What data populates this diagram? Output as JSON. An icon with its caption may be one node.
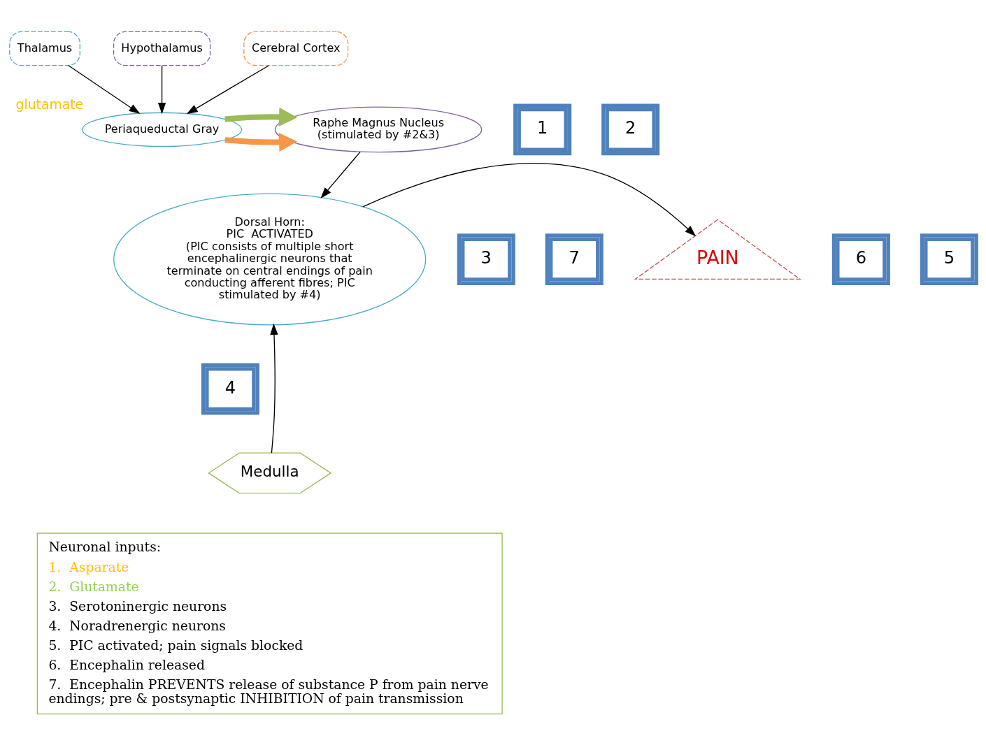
{
  "diagram": {
    "nodes": [
      {
        "text": [
          "Thalamus"
        ]
      },
      {
        "text": [
          "Hypothalamus"
        ]
      },
      {
        "text": [
          "Cerebral Cortex"
        ]
      },
      {
        "text": [
          "Periaqueductal Gray"
        ],
        "beside": [
          "glutamate"
        ]
      },
      {
        "text": [
          "Raphe Magnus Nucleus",
          "(stimulated by #2&3)"
        ]
      },
      {
        "text": [
          "Dorsal Horn:",
          "PIC  ACTIVATED",
          "(PIC consists of multiple short encephalinergic neurons that terminate on central endings of pain conducting afferent fibres; PIC stimulated by #4)"
        ]
      },
      {
        "text": [
          "PAIN"
        ]
      },
      {
        "text": [
          "Medulla"
        ]
      },
      {
        "text": [
          "1"
        ]
      },
      {
        "text": [
          "2"
        ]
      },
      {
        "text": [
          "3"
        ]
      },
      {
        "text": [
          "4"
        ]
      },
      {
        "text": [
          "5"
        ]
      },
      {
        "text": [
          "6"
        ]
      },
      {
        "text": [
          "7"
        ]
      },
      {
        "text": [
          "Neuronal inputs:",
          "1.  Asparate",
          "2.  Glutamate",
          "3.  Serotoninergic neurons",
          "4.  Noradrenergic neurons",
          "5.  PIC activated; pain signals blocked",
          "6.  Encephalin released",
          "7.  Encephalin PREVENTS release of substance P from pain nerve endings; pre & postsynaptic INHIBITION of pain transmission"
        ]
      }
    ],
    "edges": [
      {
        "from": 0,
        "to": 3,
        "arrow": "to"
      },
      {
        "from": 1,
        "to": 3,
        "arrow": "to"
      },
      {
        "from": 2,
        "to": 3,
        "arrow": "to"
      },
      {
        "from": 3,
        "to": 4,
        "arrow": "to",
        "style": "thick",
        "color": "#f79646"
      },
      {
        "from": 3,
        "to": 4,
        "arrow": "to",
        "style": "thick",
        "color": "#9bbb59"
      },
      {
        "from": 4,
        "to": 5,
        "arrow": "to"
      },
      {
        "from": 5,
        "to": 6,
        "arrow": "to"
      },
      {
        "from": 7,
        "to": 5,
        "arrow": "to"
      }
    ]
  }
}
